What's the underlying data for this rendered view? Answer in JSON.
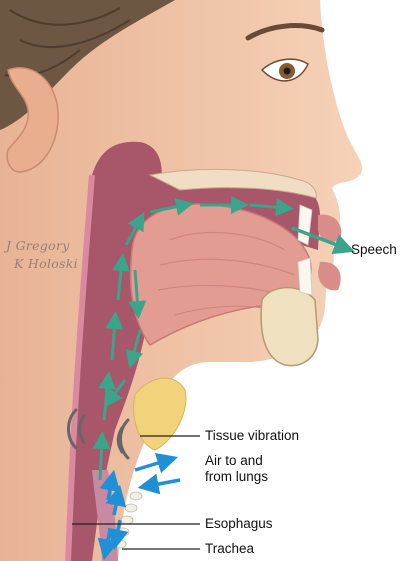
{
  "labels": {
    "speech": "Speech",
    "tissue_vibration": "Tissue vibration",
    "air": "Air to and\nfrom lungs",
    "esophagus": "Esophagus",
    "trachea": "Trachea"
  },
  "signature": {
    "line1": "J Gregory",
    "line2": "K Holoski"
  },
  "colors": {
    "skin": "#f2c6a8",
    "cavity": "#a8566a",
    "tongue": "#e39c92",
    "airflow_arrow": "#3aa58a",
    "lung_air_arrow": "#1f8fd6",
    "fat_tissue": "#f2d27a"
  }
}
